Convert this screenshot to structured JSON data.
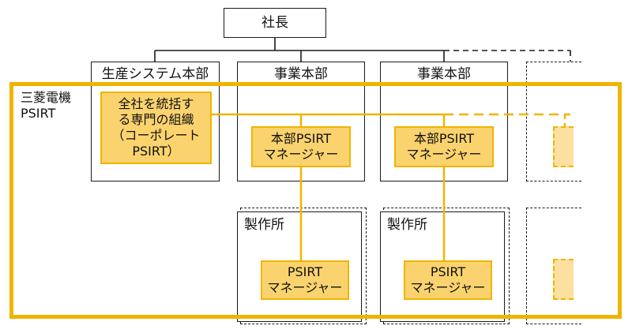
{
  "president": "社長",
  "divisions": [
    {
      "name": "生産システム本部"
    },
    {
      "name": "事業本部"
    },
    {
      "name": "事業本部"
    }
  ],
  "psirt_group": {
    "line1": "三菱電機",
    "line2": "PSIRT"
  },
  "corporate_psirt": {
    "line1": "全社を統括す",
    "line2": "る専門の組織",
    "line3": "（コーポレート",
    "line4": "PSIRT）"
  },
  "division_psirt": [
    {
      "line1": "本部PSIRT",
      "line2": "マネージャー"
    },
    {
      "line1": "本部PSIRT",
      "line2": "マネージャー"
    }
  ],
  "plants": [
    {
      "name": "製作所",
      "psirt_line1": "PSIRT",
      "psirt_line2": "マネージャー"
    },
    {
      "name": "製作所",
      "psirt_line1": "PSIRT",
      "psirt_line2": "マネージャー"
    }
  ],
  "colors": {
    "accent": "#f0b400",
    "fill": "#fbd36e",
    "line": "#1a1a1a"
  }
}
